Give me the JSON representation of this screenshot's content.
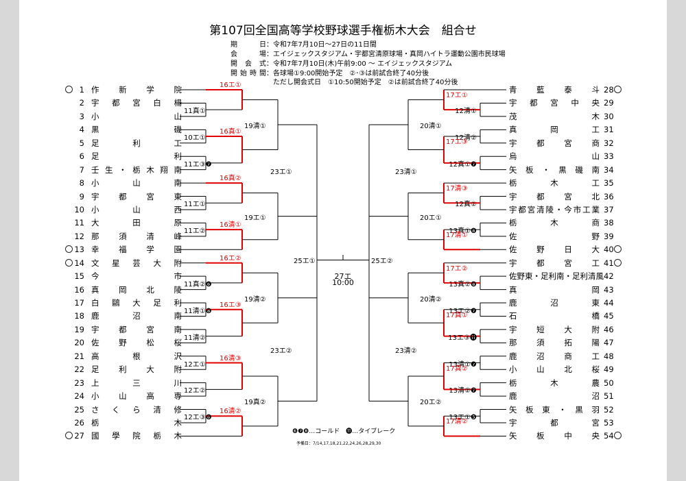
{
  "title": "第107回全国高等学校野球選手権栃木大会　組合せ",
  "info": [
    {
      "label": "期　日",
      "value": "：令和7年7月10日～27日の11日間"
    },
    {
      "label": "会　場",
      "value": "：エイジェックスタジアム・宇都宮清原球場・真岡ハイトラ運動公園市民球場"
    },
    {
      "label": "開会式",
      "value": "：令和7年7月10日(木)午前9:00 ～ エイジェックスタジアム"
    },
    {
      "label": "開始時間",
      "value": "：各球場①9:00開始予定　②･③は前試合終了40分後"
    },
    {
      "label": "",
      "value": "　ただし開会式日　①10:50開始予定　②は前試合終了40分後"
    }
  ],
  "left_teams": [
    {
      "num": "1",
      "name": "作新学院"
    },
    {
      "num": "2",
      "name": "宇都宮白楊"
    },
    {
      "num": "3",
      "name": "小山"
    },
    {
      "num": "4",
      "name": "黒磯"
    },
    {
      "num": "5",
      "name": "足利工"
    },
    {
      "num": "6",
      "name": "足利"
    },
    {
      "num": "7",
      "name": "壬生・栃木翔南"
    },
    {
      "num": "8",
      "name": "小山南"
    },
    {
      "num": "9",
      "name": "宇都宮東"
    },
    {
      "num": "10",
      "name": "小山西"
    },
    {
      "num": "11",
      "name": "大田原"
    },
    {
      "num": "12",
      "name": "那須清峰"
    },
    {
      "num": "13",
      "name": "幸福学園"
    },
    {
      "num": "14",
      "name": "文星芸大附"
    },
    {
      "num": "15",
      "name": "今市"
    },
    {
      "num": "16",
      "name": "真岡北陵"
    },
    {
      "num": "17",
      "name": "白鷗大足利"
    },
    {
      "num": "18",
      "name": "鹿沼南"
    },
    {
      "num": "19",
      "name": "宇都宮南"
    },
    {
      "num": "20",
      "name": "佐野松桜"
    },
    {
      "num": "21",
      "name": "高根沢"
    },
    {
      "num": "22",
      "name": "足利大附"
    },
    {
      "num": "23",
      "name": "上三川"
    },
    {
      "num": "24",
      "name": "小山高専"
    },
    {
      "num": "25",
      "name": "さくら清修"
    },
    {
      "num": "26",
      "name": "栃木"
    },
    {
      "num": "27",
      "name": "國學院栃木"
    }
  ],
  "right_teams": [
    {
      "num": "28",
      "name": "青藍泰斗"
    },
    {
      "num": "29",
      "name": "宇都宮中央"
    },
    {
      "num": "30",
      "name": "茂木"
    },
    {
      "num": "31",
      "name": "真岡工"
    },
    {
      "num": "32",
      "name": "宇都宮商"
    },
    {
      "num": "33",
      "name": "烏山"
    },
    {
      "num": "34",
      "name": "矢板・黒磯南"
    },
    {
      "num": "35",
      "name": "栃木工"
    },
    {
      "num": "36",
      "name": "宇都宮北"
    },
    {
      "num": "37",
      "name": "宇都宮清陵・今市工業"
    },
    {
      "num": "38",
      "name": "栃木商"
    },
    {
      "num": "39",
      "name": "佐野"
    },
    {
      "num": "40",
      "name": "佐野日大"
    },
    {
      "num": "41",
      "name": "宇都宮工"
    },
    {
      "num": "42",
      "name": "佐野東・足利南・足利清風"
    },
    {
      "num": "43",
      "name": "真岡"
    },
    {
      "num": "44",
      "name": "鹿沼東"
    },
    {
      "num": "45",
      "name": "石橋"
    },
    {
      "num": "46",
      "name": "宇短大附"
    },
    {
      "num": "47",
      "name": "那須拓陽"
    },
    {
      "num": "48",
      "name": "鹿沼商工"
    },
    {
      "num": "49",
      "name": "小山北桜"
    },
    {
      "num": "50",
      "name": "栃木農"
    },
    {
      "num": "51",
      "name": "鹿沼"
    },
    {
      "num": "52",
      "name": "矢板東・黒羽"
    },
    {
      "num": "53",
      "name": "宇都宮"
    },
    {
      "num": "54",
      "name": "矢板中央"
    }
  ],
  "match_labels": {
    "l_r1": [
      "11真①",
      "10エ①",
      "11エ③❼",
      "11エ①",
      "11エ②",
      "11真②❻",
      "11清①❽",
      "11清②",
      "12エ①",
      "12エ②",
      "12エ③❻"
    ],
    "l_r2": [
      "16エ①",
      "16真①",
      "16真②",
      "16清①",
      "16エ②",
      "16エ③",
      "16清③",
      "16清②"
    ],
    "l_r3": [
      "19清①",
      "19エ①",
      "19清②",
      "19真②"
    ],
    "l_r4": [
      "23エ①",
      "23エ②"
    ],
    "l_qf": "25エ①",
    "r_r1": [
      "12清①",
      "12清②",
      "12真①❼",
      "12真②",
      "13真①❽",
      "13真②❽",
      "13エ②❼",
      "13エ③⓫",
      "13清①❼",
      "13清②❼",
      "13エ①❺"
    ],
    "r_r2": [
      "17エ①",
      "17エ③",
      "17清③",
      "17清①",
      "17エ②",
      "17真①",
      "17真②",
      "17清②"
    ],
    "r_r3": [
      "20清①",
      "20エ①",
      "20清②",
      "20エ②"
    ],
    "r_r4": [
      "23清①",
      "23清②"
    ],
    "r_qf": "25エ②",
    "final_venue": "27エ",
    "final_time": "10:00"
  },
  "legend": "❻❼❽…コールド　⓫…タイブレーク",
  "reserve": "予備日：7/14,17,18,21,22,24,26,28,29,30",
  "colors": {
    "winner_line": "#e00000",
    "line": "#000000"
  }
}
